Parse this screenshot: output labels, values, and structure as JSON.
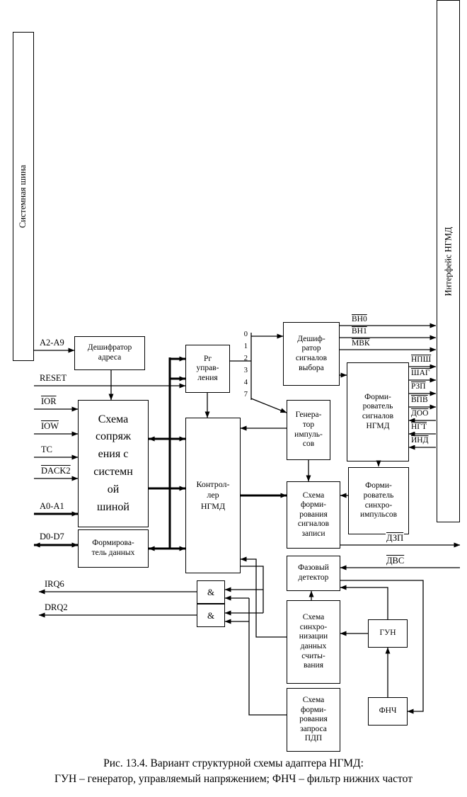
{
  "buses": {
    "system": {
      "label": "Системная шина"
    },
    "interface": {
      "label": "Интерфейс НГМД"
    }
  },
  "blocks": {
    "addr_decoder": {
      "label": "Дешифратор\nадреса"
    },
    "reg_control": {
      "label": "Рг\nуправ-\nления"
    },
    "select_decoder": {
      "label": "Дешиф-\nратор\nсигналов\nвыбора"
    },
    "fdd_signal_former": {
      "label": "Форми-\nрователь\nсигналов\nНГМД"
    },
    "pulse_generator": {
      "label": "Генера-\nтор\nимпуль-\nсов"
    },
    "bus_coupler": {
      "label": "Схема\nсопряж\nения с\nсистемн\nой\nшиной"
    },
    "controller": {
      "label": "Контрол-\nлер\nНГМД"
    },
    "data_former": {
      "label": "Формирова-\nтель данных"
    },
    "write_former": {
      "label": "Схема\nформи-\nрования\nсигналов\nзаписи"
    },
    "sync_former": {
      "label": "Форми-\nрователь\nсинхро-\nимпульсов"
    },
    "phase_detector": {
      "label": "Фазовый\nдетектор"
    },
    "and_gate_top": {
      "label": "&"
    },
    "and_gate_bottom": {
      "label": "&"
    },
    "read_sync": {
      "label": "Схема\nсинхро-\nнизации\nданных\nсчиты-\nвания"
    },
    "vco": {
      "label": "ГУН"
    },
    "dma_request": {
      "label": "Схема\nформи-\nрования\nзапроса\nПДП"
    },
    "lpf": {
      "label": "ФНЧ"
    }
  },
  "signals": {
    "a2a9": {
      "label": "A2-A9",
      "overline": false
    },
    "reset": {
      "label": "RESET",
      "overline": false
    },
    "ior": {
      "label": "IOR",
      "overline": true
    },
    "iow": {
      "label": "IOW",
      "overline": true
    },
    "tc": {
      "label": "TC",
      "overline": false
    },
    "dack2": {
      "label": "DACK2",
      "overline": true
    },
    "a0a1": {
      "label": "A0-A1",
      "overline": false
    },
    "d0d7": {
      "label": "D0-D7",
      "overline": false
    },
    "irq6": {
      "label": "IRQ6",
      "overline": false
    },
    "drq2": {
      "label": "DRQ2",
      "overline": false
    },
    "vn0": {
      "label": "ВН0",
      "overline": true
    },
    "vn1": {
      "label": "ВН1",
      "overline": true
    },
    "mvk": {
      "label": "МВК",
      "overline": true
    },
    "npsh": {
      "label": "НПШ",
      "overline": true
    },
    "shag": {
      "label": "ШАГ",
      "overline": true
    },
    "rzp": {
      "label": "РЗП",
      "overline": true
    },
    "vpv": {
      "label": "ВПВ",
      "overline": true
    },
    "doo": {
      "label": "ДОО",
      "overline": true
    },
    "ngt": {
      "label": "НГТ",
      "overline": true
    },
    "ind": {
      "label": "ИНД",
      "overline": true
    },
    "dzp": {
      "label": "ДЗП",
      "overline": true
    },
    "dvs": {
      "label": "ДВС",
      "overline": true
    }
  },
  "selector_outputs": [
    "0",
    "1",
    "2",
    "3",
    "4",
    "7"
  ],
  "caption": {
    "line1": "Рис. 13.4. Вариант структурной схемы адаптера НГМД:",
    "line2": "ГУН – генератор, управляемый напряжением; ФНЧ – фильтр нижних частот"
  }
}
